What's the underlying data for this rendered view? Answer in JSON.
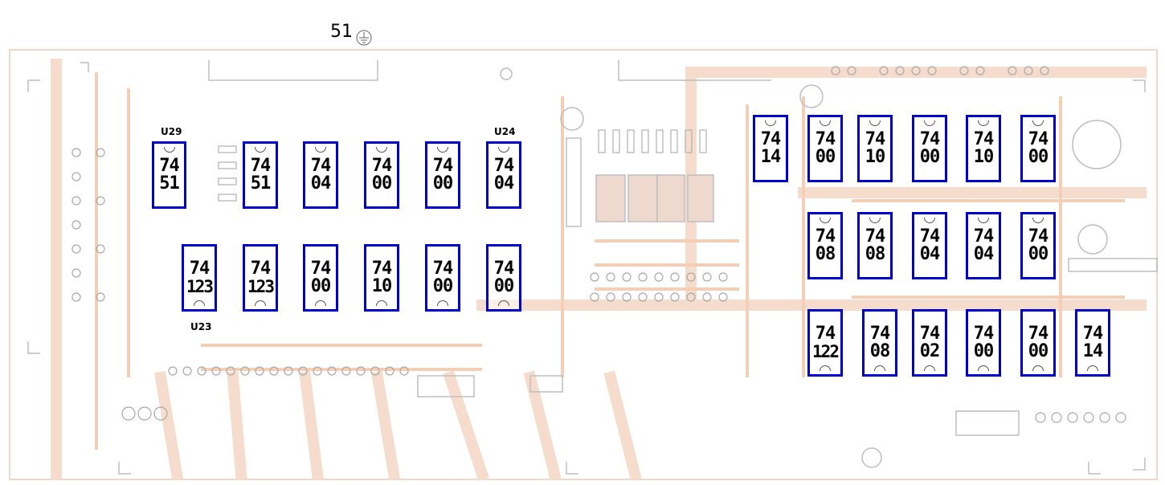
{
  "header": {
    "label": "51",
    "label_icon": "ground-symbol-icon"
  },
  "labels": {
    "u29": "U29",
    "u24": "U24",
    "u23": "U23"
  },
  "colors": {
    "chip_outline": "#0000cc",
    "board_trace": "#f3d2bf",
    "silkscreen": "#b8b8b8"
  },
  "chips": {
    "c1": {
      "series": "74",
      "type": "51"
    },
    "c2": {
      "series": "74",
      "type": "51"
    },
    "c3": {
      "series": "74",
      "type": "04"
    },
    "c4": {
      "series": "74",
      "type": "00"
    },
    "c5": {
      "series": "74",
      "type": "00"
    },
    "c6": {
      "series": "74",
      "type": "04"
    },
    "c7": {
      "series": "74",
      "type": "123"
    },
    "c8": {
      "series": "74",
      "type": "123"
    },
    "c9": {
      "series": "74",
      "type": "00"
    },
    "c10": {
      "series": "74",
      "type": "10"
    },
    "c11": {
      "series": "74",
      "type": "00"
    },
    "c12": {
      "series": "74",
      "type": "00"
    },
    "c13": {
      "series": "74",
      "type": "14"
    },
    "c14": {
      "series": "74",
      "type": "00"
    },
    "c15": {
      "series": "74",
      "type": "10"
    },
    "c16": {
      "series": "74",
      "type": "00"
    },
    "c17": {
      "series": "74",
      "type": "10"
    },
    "c18": {
      "series": "74",
      "type": "00"
    },
    "c19": {
      "series": "74",
      "type": "08"
    },
    "c20": {
      "series": "74",
      "type": "08"
    },
    "c21": {
      "series": "74",
      "type": "04"
    },
    "c22": {
      "series": "74",
      "type": "04"
    },
    "c23": {
      "series": "74",
      "type": "00"
    },
    "c24": {
      "series": "74",
      "type": "122"
    },
    "c25": {
      "series": "74",
      "type": "08"
    },
    "c26": {
      "series": "74",
      "type": "02"
    },
    "c27": {
      "series": "74",
      "type": "00"
    },
    "c28": {
      "series": "74",
      "type": "00"
    },
    "c29": {
      "series": "74",
      "type": "14"
    }
  }
}
